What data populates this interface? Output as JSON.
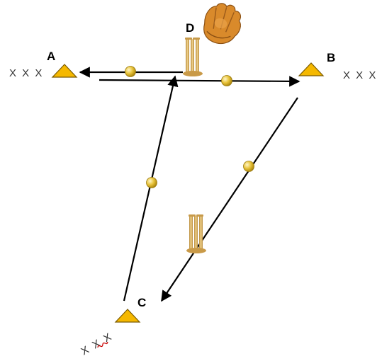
{
  "stations": {
    "A": {
      "label": "A",
      "players": "X X X"
    },
    "B": {
      "label": "B",
      "players": "X X X"
    },
    "C": {
      "label": "C",
      "players": "X X X"
    },
    "D": {
      "label": "D"
    }
  },
  "colors": {
    "cone": "#f5b800",
    "cone_outline": "#7a5a00",
    "ball": "#e8c33a",
    "line": "#000000",
    "stumps": "#d9b060",
    "glove": "#d98a2b",
    "squiggle": "#cc0000"
  },
  "icons": {
    "cone": "triangle-cone-icon",
    "ball": "ball-icon",
    "stumps": "stumps-icon",
    "glove": "glove-icon"
  }
}
